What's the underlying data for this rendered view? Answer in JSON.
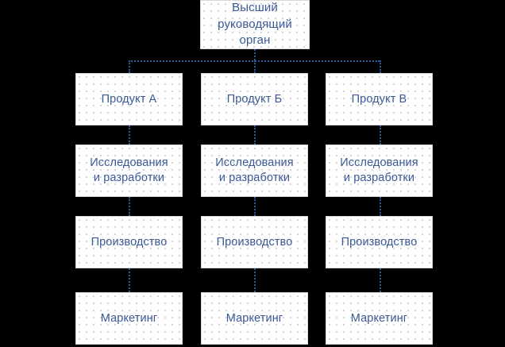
{
  "diagram": {
    "type": "organizational-chart",
    "orientation": "top-down",
    "background_color": "#000000",
    "box_fill_color": "#ffffff",
    "box_border_color": "#d8d8d8",
    "text_color": "#3a5a96",
    "connector_color": "#2b5797",
    "connector_style": "dotted",
    "root": {
      "label": "Высший\nруководящий\nорган"
    },
    "columns": [
      {
        "name": "column-product-a",
        "levels": [
          {
            "label": "Продукт А"
          },
          {
            "label": "Исследования\nи разработки"
          },
          {
            "label": "Производство"
          },
          {
            "label": "Маркетинг"
          }
        ]
      },
      {
        "name": "column-product-b",
        "levels": [
          {
            "label": "Продукт Б"
          },
          {
            "label": "Исследования\nи разработки"
          },
          {
            "label": "Производство"
          },
          {
            "label": "Маркетинг"
          }
        ]
      },
      {
        "name": "column-product-c",
        "levels": [
          {
            "label": "Продукт В"
          },
          {
            "label": "Исследования\nи разработки"
          },
          {
            "label": "Производство"
          },
          {
            "label": "Маркетинг"
          }
        ]
      }
    ]
  }
}
